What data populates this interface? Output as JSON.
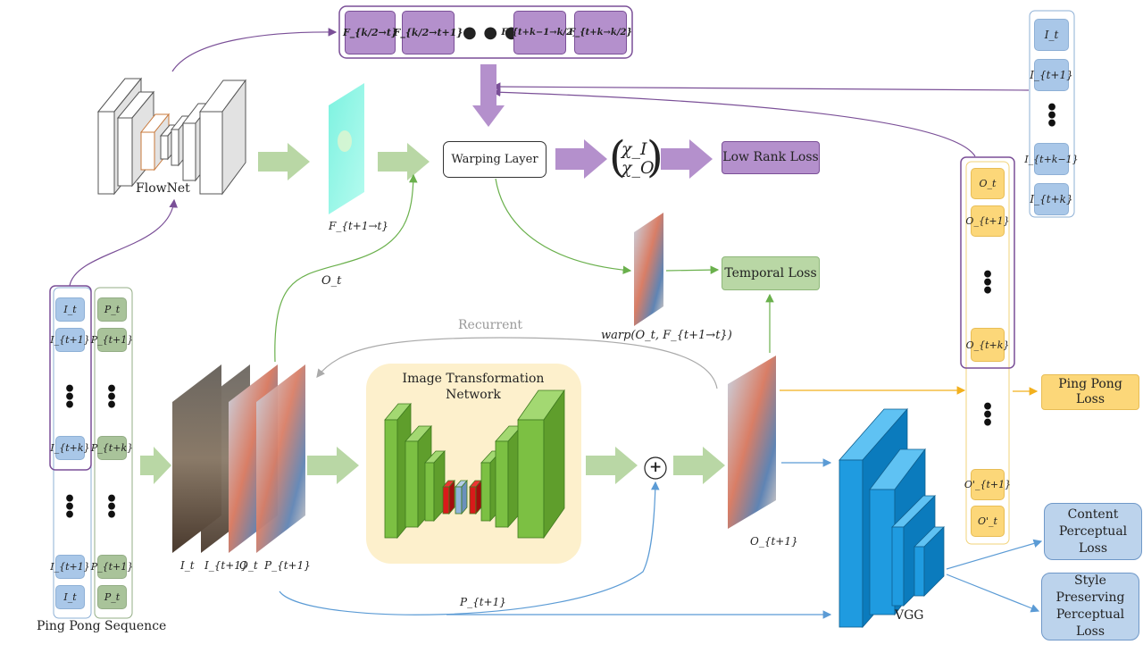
{
  "top_flow_boxes": [
    "F_{k/2→t}",
    "F_{k/2→t+1}",
    "F_{t+k−1→k/2}",
    "F_{t+k→k/2}"
  ],
  "top_flow_ellipsis": "● ● ●",
  "flownet_label": "FlowNet",
  "flow_map_label": "F_{t+1→t}",
  "warping_layer_label": "Warping Layer",
  "chi_I": "χ_I",
  "chi_O": "χ_O",
  "low_rank_loss": "Low Rank Loss",
  "temporal_loss": "Temporal Loss",
  "warp_label": "warp(O_t, F_{t+1→t})",
  "o_t_label": "O_t",
  "recurrent_label": "Recurrent",
  "itn_label": "Image Transformation Network",
  "plus_symbol": "+",
  "o_t1_label": "O_{t+1}",
  "p_t1_label": "P_{t+1}",
  "stack_labels": [
    "I_t",
    "I_{t+1}",
    "O_t",
    "P_{t+1}"
  ],
  "vgg_label": "VGG",
  "ping_pong_sequence_label": "Ping Pong Sequence",
  "seq_I": [
    "I_t",
    "I_{t+1}",
    "I_{t+k}",
    "I_{t+1}",
    "I_t"
  ],
  "seq_P": [
    "P_t",
    "P_{t+1}",
    "P_{t+k}",
    "P_{t+1}",
    "P_t"
  ],
  "right_I": [
    "I_t",
    "I_{t+1}",
    "I_{t+k−1}",
    "I_{t+k}"
  ],
  "right_O": [
    "O_t",
    "O_{t+1}",
    "O_{t+k}",
    "O'_{t+1}",
    "O'_t"
  ],
  "ping_pong_loss": "Ping Pong Loss",
  "content_loss": "Content Perceptual Loss",
  "style_loss": "Style Preserving Perceptual Loss",
  "colors": {
    "purple": "#7a4f97",
    "purple_fill": "#b490cc",
    "green_arrow": "#b9d7a5",
    "green_line": "#6ab04c",
    "blue_line": "#5b9bd5",
    "orange_line": "#f2b01e",
    "vgg_blue": "#1f9be0",
    "itn_green": "#7cc043",
    "itn_bg": "#fdf0cc"
  }
}
